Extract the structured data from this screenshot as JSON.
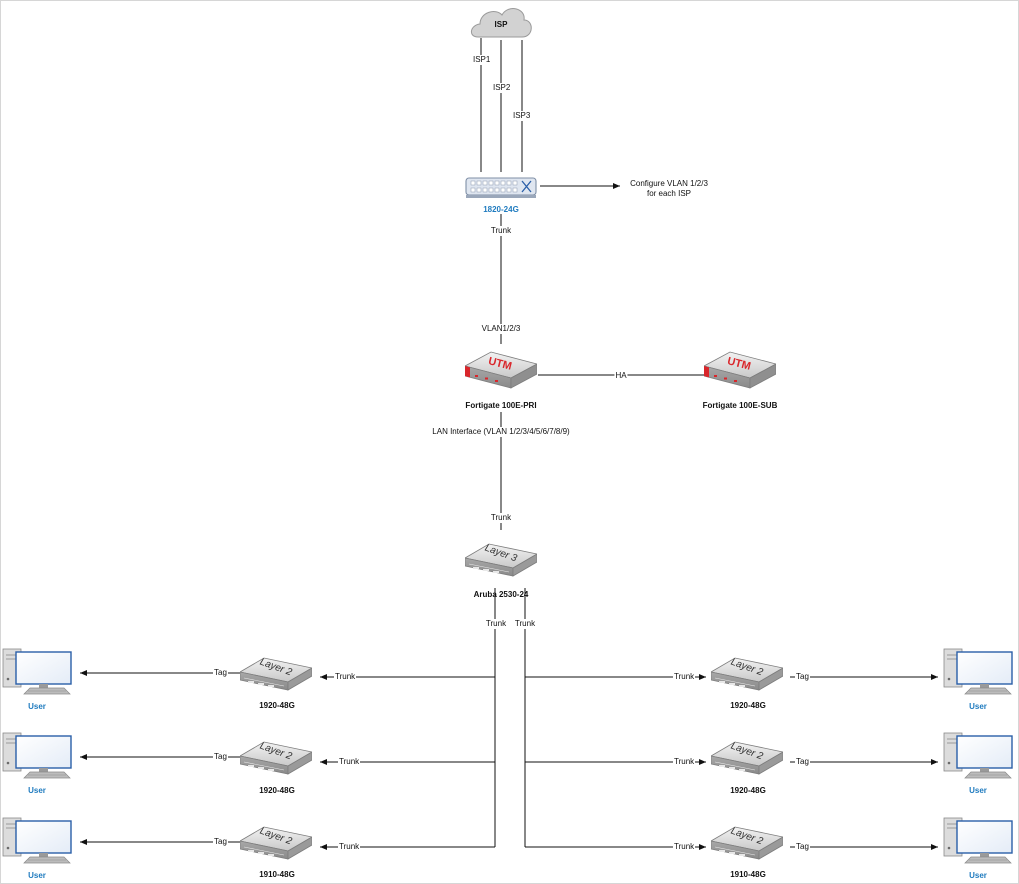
{
  "nodes": {
    "isp": "ISP",
    "core_switch": "1820-24G",
    "fw_primary": "Fortigate 100E-PRI",
    "fw_secondary": "Fortigate 100E-SUB",
    "l3_switch": "Aruba 2530-24",
    "access_left": [
      "1920-48G",
      "1920-48G",
      "1910-48G"
    ],
    "access_right": [
      "1920-48G",
      "1920-48G",
      "1910-48G"
    ],
    "user_label": "User"
  },
  "device_badges": {
    "utm": "UTM",
    "layer3": "Layer 3",
    "layer2": "Layer 2"
  },
  "links": {
    "isp1": "ISP1",
    "isp2": "ISP2",
    "isp3": "ISP3",
    "core_trunk": "Trunk",
    "fw_vlan": "VLAN1/2/3",
    "ha": "HA",
    "lan_interface": "LAN Interface (VLAN 1/2/3/4/5/6/7/8/9)",
    "l3_trunk": "Trunk",
    "l3_trunk_left": "Trunk",
    "l3_trunk_right": "Trunk",
    "access_trunk": "Trunk",
    "tag": "Tag"
  },
  "annotation": {
    "line1": "Configure VLAN 1/2/3",
    "line2": "for each ISP"
  },
  "colors": {
    "line": "#111111",
    "utm_red": "#d9262b",
    "device_gray": "#b5b5b5",
    "switch_blue": "#dfe6f0",
    "label_blue": "#1f7bbf",
    "monitor_blue": "#2a5fa8"
  }
}
